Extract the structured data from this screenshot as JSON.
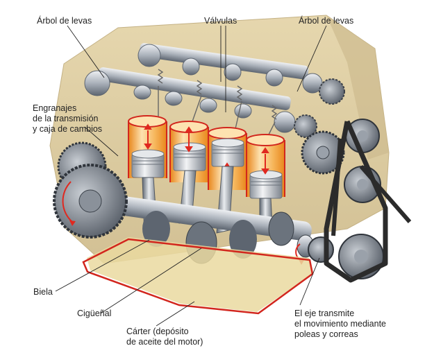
{
  "labels": {
    "camshaft_left": "Árbol de levas",
    "valves": "Válvulas",
    "camshaft_right": "Árbol de levas",
    "gears": "Engranajes\nde la transmisión\ny caja de cambios",
    "connecting_rod": "Biela",
    "crankshaft": "Cigüeñal",
    "oil_pan": "Cárter (depósito\nde aceite del motor)",
    "belts": "El eje transmite\nel movimiento mediante\npoleas y correas"
  },
  "colors": {
    "block": "#e3d3a8",
    "block_shadow": "#cbb98c",
    "cylinder": "#f2a83a",
    "cylinder_light": "#fde2b0",
    "metal": "#b8bec6",
    "metal_dark": "#5d6570",
    "piston": "#d9dde2",
    "arrow": "#e0281f",
    "oil": "#ead9a0",
    "belt": "#2b2b2b"
  }
}
